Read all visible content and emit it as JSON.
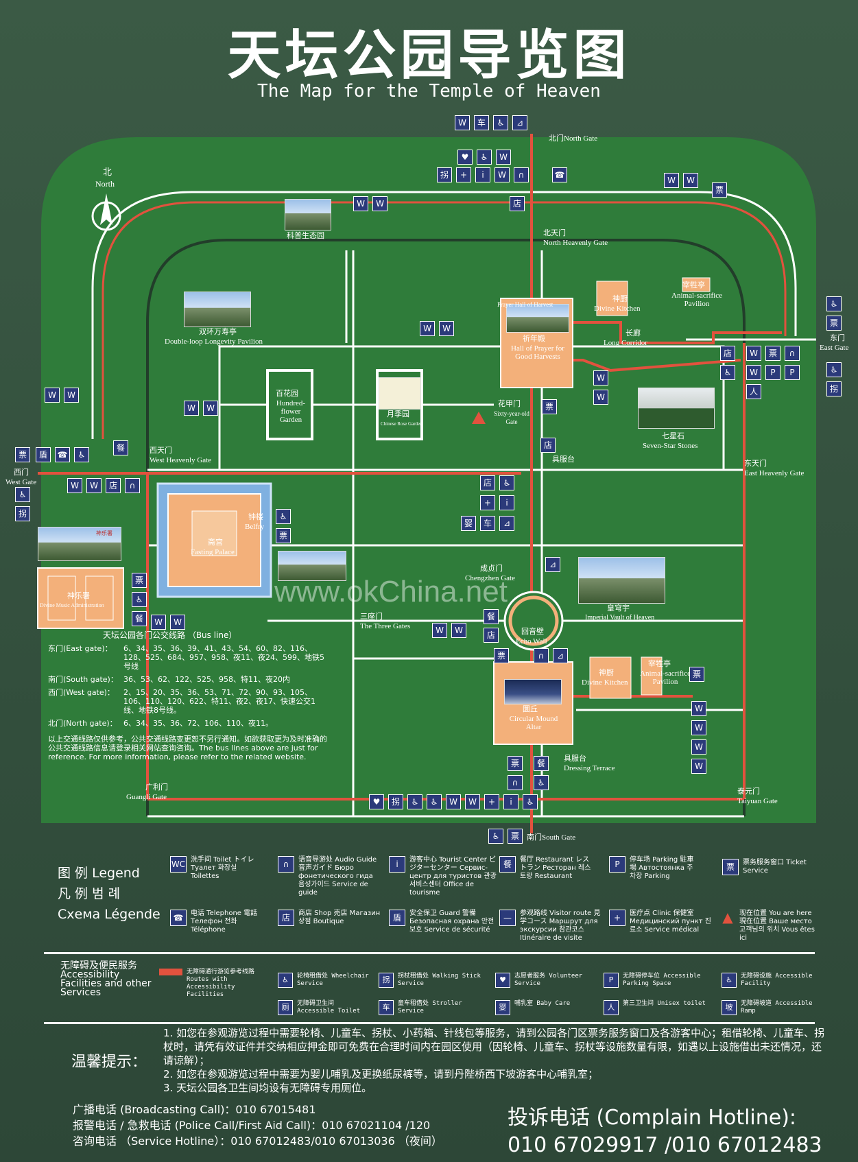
{
  "title_cn": "天坛公园导览图",
  "title_en": "The Map for the Temple of Heaven",
  "north": {
    "cn": "北",
    "en": "North"
  },
  "places": {
    "north_gate": "北门North Gate",
    "north_heavenly_gate_cn": "北天门",
    "north_heavenly_gate_en": "North Heavenly Gate",
    "east_gate_cn": "东门",
    "east_gate_en": "East Gate",
    "west_gate_cn": "西门",
    "west_gate_en": "West Gate",
    "west_heavenly_gate_cn": "西天门",
    "west_heavenly_gate_en": "West Heavenly Gate",
    "east_heavenly_gate_cn": "东天门",
    "east_heavenly_gate_en": "East Heavenly Gate",
    "south_gate": "南门South Gate",
    "taiyuan_gate_cn": "泰元门",
    "taiyuan_gate_en": "Taiyuan Gate",
    "guangli_gate_cn": "广利门",
    "guangli_gate_en": "Guangli Gate",
    "science_eco": "科普生态园",
    "double_loop_cn": "双环万寿亭",
    "double_loop_en": "Double-loop Longevity Pavilion",
    "hundred_flower_cn": "百花园",
    "hundred_flower_en": "Hundred-flower Garden",
    "chinese_rose_cn": "月季园",
    "chinese_rose_en": "Chinese Rose Garden",
    "prayer_hall_cn": "祈年殿",
    "prayer_hall_en": "Hall of Prayer for Good Harvests",
    "prayer_gate_en": "Prayer Hall of Harvest",
    "divine_kitchen_n_cn": "神厨",
    "divine_kitchen_n_en": "Divine Kitchen",
    "animal_sacrifice_n_cn": "宰牲亭",
    "animal_sacrifice_n_en": "Animal-sacrifice Pavilion",
    "long_corridor_cn": "长廊",
    "long_corridor_en": "Long Corridor",
    "sixty_year_cn": "花甲门",
    "sixty_year_en": "Sixty-year-old Gate",
    "seven_star_cn": "七星石",
    "seven_star_en": "Seven-Star Stones",
    "dressing_n_cn": "具服台",
    "fasting_palace_cn": "斋宫",
    "fasting_palace_en": "Fasting Palace",
    "belfry_cn": "钟楼",
    "belfry_en": "Belfry",
    "music_cn": "神乐署",
    "music_en": "Divine Music Administration",
    "three_gates_cn": "三座门",
    "three_gates_en": "The Three Gates",
    "chengzhen_cn": "成贞门",
    "chengzhen_en": "Chengzhen Gate",
    "vault_cn": "皇穹宇",
    "vault_en": "Imperial Vault of Heaven",
    "echo_wall_cn": "回音壁",
    "echo_wall_en": "Echo Wall",
    "divine_kitchen_s_cn": "神厨",
    "divine_kitchen_s_en": "Divine Kitchen",
    "animal_sacrifice_s_cn": "宰牲亭",
    "animal_sacrifice_s_en": "Animal-sacrifice Pavilion",
    "circular_mound_cn": "圜丘",
    "circular_mound_en": "Circular Mound Altar",
    "dressing_s_cn": "具服台",
    "dressing_s_en": "Dressing Terrace",
    "music_photo": "神乐署"
  },
  "bus": {
    "title": "天坛公园各门公交线路 （Bus line）",
    "rows": [
      {
        "k": "东门(East gate)：",
        "v": "6、34、35、36、39、41、43、54、60、82、116、128、525、684、957、958、夜11、夜24、599、地铁5号线"
      },
      {
        "k": "南门(South gate)：",
        "v": "36、53、62、122、525、958、特11、夜20内"
      },
      {
        "k": "西门(West gate)：",
        "v": "2、15、20、35、36、53、71、72、90、93、105、106、110、120、622、特11、夜2、夜17、快速公交1线、地铁8号线。"
      },
      {
        "k": "北门(North gate)：",
        "v": "6、34、35、36、72、106、110、夜11。"
      }
    ],
    "note": "以上交通线路仅供参考，公共交通线路变更恕不另行通知。如欲获取更为及时准确的公共交通线路信息请登录相关网站查询咨询。The bus lines above are just for reference. For more information, please refer to the related website."
  },
  "legend": {
    "title1": "图 例  Legend",
    "title2": "凡 例  범 례",
    "title3": "Схема  Légende",
    "items": [
      {
        "ico": "WC",
        "t": "洗手间 Toilet トイレ Туалет 화장실 Toilettes"
      },
      {
        "ico": "∩",
        "t": "语音导游处 Audio Guide 音声ガイド Бюро фонетического гида 음성가이드 Service de guide"
      },
      {
        "ico": "i",
        "t": "游客中心 Tourist Center ビジターセンター Сервис-центр для туристов 관광서비스센터 Office de tourisme"
      },
      {
        "ico": "餐",
        "t": "餐厅 Restaurant レストラン Ресторан 레스토랑 Restaurant"
      },
      {
        "ico": "P",
        "t": "停车场 Parking 駐車場 Автостоянка 주차장 Parking"
      },
      {
        "ico": "票",
        "t": "票务服务窗口 Ticket Service"
      },
      {
        "ico": "☎",
        "t": "电话 Telephone 電話 Телефон 전화 Téléphone"
      },
      {
        "ico": "店",
        "t": "商店 Shop 売店 Магазин 상점 Boutique"
      },
      {
        "ico": "盾",
        "t": "安全保卫 Guard 警備 Безопасная охрана 안전보호 Service de sécurité"
      },
      {
        "ico": "—",
        "t": "参观路线 Visitor route 見学コース Маршрут для экскурсии 참관코스 Itinéraire de visite"
      },
      {
        "ico": "+",
        "t": "医疗点 Clinic 保健室 Медицинский пункт 진료소 Service médical"
      },
      {
        "ico": "▲",
        "t": "现在位置 You are here 現在位置 Ваше место 고객님의 위치 Vous êtes ici"
      }
    ]
  },
  "accessibility": {
    "title": "无障碍及便民服务 Accessibility Facilities and other Services",
    "route": "无障碍通行游览参考线路 Routes with Accessibility Facilities",
    "items": [
      {
        "ico": "♿",
        "t": "轮椅租借处 Wheelchair Service"
      },
      {
        "ico": "拐",
        "t": "拐杖租借处 Walking Stick Service"
      },
      {
        "ico": "♥",
        "t": "志愿者服务 Volunteer Service"
      },
      {
        "ico": "P",
        "t": "无障碍停车位 Accessible Parking Space"
      },
      {
        "ico": "♿",
        "t": "无障碍设施 Accessible Facility"
      },
      {
        "ico": "厕",
        "t": "无障碍卫生间 Accessible Toilet"
      },
      {
        "ico": "车",
        "t": "童车租借处 Stroller Service"
      },
      {
        "ico": "婴",
        "t": "哺乳室 Baby Care"
      },
      {
        "ico": "人",
        "t": "第三卫生间 Unisex toilet"
      },
      {
        "ico": "坡",
        "t": "无障碍坡道 Accessible Ramp"
      }
    ]
  },
  "tips": {
    "heading": "温馨提示：",
    "lines": [
      "1. 如您在参观游览过程中需要轮椅、儿童车、拐杖、小药箱、针线包等服务，请到公园各门区票务服务窗口及各游客中心；租借轮椅、儿童车、拐杖时，请凭有效证件并交纳相应押金即可免费在合理时间内在园区使用（因轮椅、儿童车、拐杖等设施数量有限，如遇以上设施借出未还情况，还请谅解）；",
      "2. 如您在参观游览过程中需要为婴儿哺乳及更换纸尿裤等，请到丹陛桥西下坡游客中心哺乳室；",
      "3. 天坛公园各卫生间均设有无障碍专用厕位。"
    ]
  },
  "contacts": {
    "broadcast": "广播电话 (Broadcasting Call)：010 67015481",
    "police": "报警电话 / 急救电话 (Police Call/First Aid Call)：010 67021104 /120",
    "service": "咨询电话 （Service Hotline）：010 67012483/010 67013036 （夜间）",
    "complain_label": "投诉电话 (Complain Hotline):",
    "complain_numbers": "010 67029917 /010 67012483"
  },
  "watermark": "www.okChina.net",
  "colors": {
    "ground": "#3f6b46",
    "park": "#2e7d3a",
    "road_white": "#ffffff",
    "route_red": "#e2523e",
    "icon_blue": "#2b3a7a",
    "building": "#f3b07a"
  }
}
